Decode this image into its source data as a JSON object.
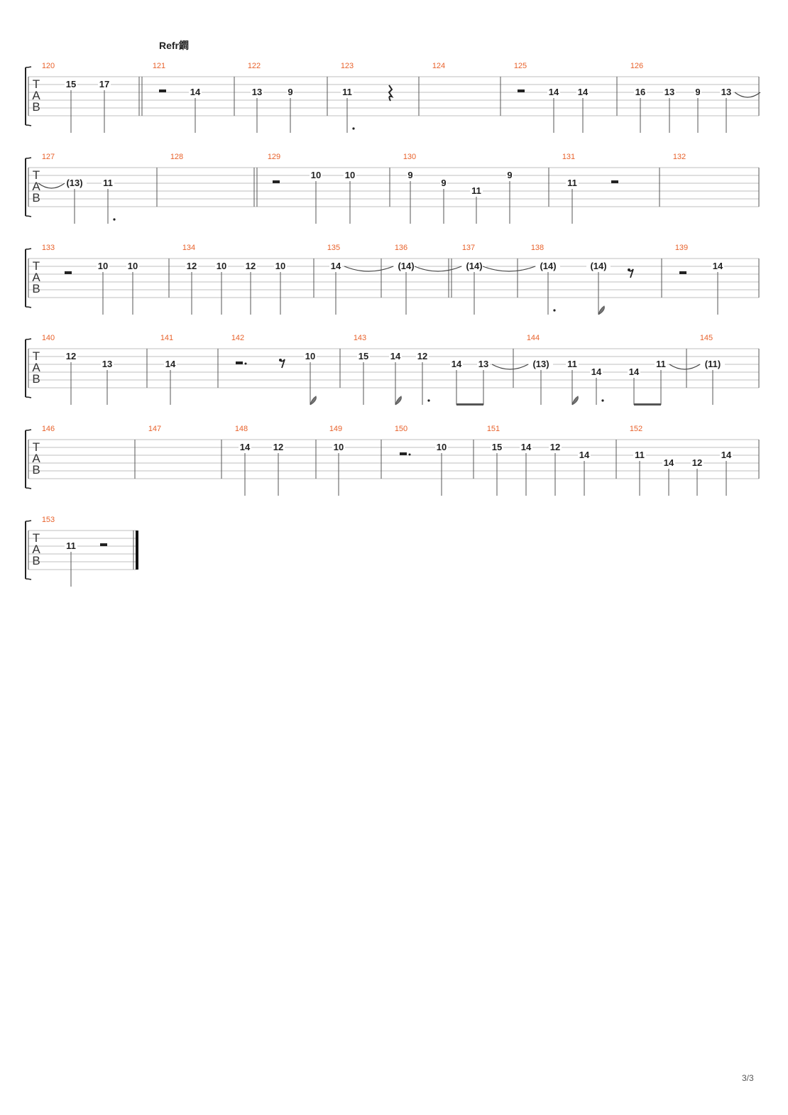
{
  "section_label": "Refr鐧",
  "page_number": "3/3",
  "tab_clef": [
    "T",
    "A",
    "B"
  ],
  "systems": [
    {
      "measures": [
        {
          "number": "120",
          "notes": [
            {
              "fret": "15",
              "string": 2
            },
            {
              "fret": "17",
              "string": 2
            }
          ]
        },
        {
          "number": "121",
          "repeat_start": true,
          "rest": "half",
          "notes": [
            {
              "fret": "14",
              "string": 3
            }
          ]
        },
        {
          "number": "122",
          "notes": [
            {
              "fret": "13",
              "string": 3
            },
            {
              "fret": "9",
              "string": 3
            }
          ]
        },
        {
          "number": "123",
          "notes": [
            {
              "fret": "11",
              "string": 3,
              "dotted": true
            }
          ],
          "rest": "quarter"
        },
        {
          "number": "124",
          "notes": []
        },
        {
          "number": "125",
          "rest": "half",
          "notes": [
            {
              "fret": "14",
              "string": 3
            },
            {
              "fret": "14",
              "string": 3
            }
          ]
        },
        {
          "number": "126",
          "notes": [
            {
              "fret": "16",
              "string": 3
            },
            {
              "fret": "13",
              "string": 3
            },
            {
              "fret": "9",
              "string": 3
            },
            {
              "fret": "13",
              "string": 3,
              "tie_out": true
            }
          ]
        }
      ]
    },
    {
      "measures": [
        {
          "number": "127",
          "notes": [
            {
              "fret": "(13)",
              "string": 3,
              "tie_in": true
            },
            {
              "fret": "11",
              "string": 3,
              "dotted": true
            }
          ]
        },
        {
          "number": "128",
          "notes": []
        },
        {
          "number": "129",
          "repeat_start": true,
          "rest": "half",
          "notes": [
            {
              "fret": "10",
              "string": 2
            },
            {
              "fret": "10",
              "string": 2
            }
          ]
        },
        {
          "number": "130",
          "notes": [
            {
              "fret": "9",
              "string": 2
            },
            {
              "fret": "9",
              "string": 3
            },
            {
              "fret": "11",
              "string": 4
            },
            {
              "fret": "9",
              "string": 2
            }
          ]
        },
        {
          "number": "131",
          "notes": [
            {
              "fret": "11",
              "string": 3
            }
          ],
          "rest": "half"
        },
        {
          "number": "132",
          "notes": []
        }
      ]
    },
    {
      "measures": [
        {
          "number": "133",
          "rest": "half",
          "notes": [
            {
              "fret": "10",
              "string": 2
            },
            {
              "fret": "10",
              "string": 2
            }
          ]
        },
        {
          "number": "134",
          "notes": [
            {
              "fret": "12",
              "string": 2
            },
            {
              "fret": "10",
              "string": 2
            },
            {
              "fret": "12",
              "string": 2
            },
            {
              "fret": "10",
              "string": 2
            }
          ]
        },
        {
          "number": "135",
          "notes": [
            {
              "fret": "14",
              "string": 2,
              "tie_out": true
            }
          ]
        },
        {
          "number": "136",
          "notes": [
            {
              "fret": "(14)",
              "string": 2,
              "tie_in": true,
              "tie_out": true
            }
          ]
        },
        {
          "number": "137",
          "repeat_start": true,
          "notes": [
            {
              "fret": "(14)",
              "string": 2,
              "tie_in": true,
              "tie_out": true
            }
          ]
        },
        {
          "number": "138",
          "notes": [
            {
              "fret": "(14)",
              "string": 2,
              "tie_in": true,
              "dotted": true
            },
            {
              "fret": "(14)",
              "string": 2,
              "flag": true
            }
          ],
          "rest": "eighth"
        },
        {
          "number": "139",
          "rest": "half",
          "notes": [
            {
              "fret": "14",
              "string": 2
            }
          ]
        }
      ]
    },
    {
      "measures": [
        {
          "number": "140",
          "notes": [
            {
              "fret": "12",
              "string": 2
            },
            {
              "fret": "13",
              "string": 3
            }
          ]
        },
        {
          "number": "141",
          "notes": [
            {
              "fret": "14",
              "string": 3
            }
          ]
        },
        {
          "number": "142",
          "rest": "half-dotted",
          "rest2": "eighth",
          "notes": [
            {
              "fret": "10",
              "string": 2,
              "flag": true
            }
          ]
        },
        {
          "number": "143",
          "notes": [
            {
              "fret": "15",
              "string": 2
            },
            {
              "fret": "14",
              "string": 2,
              "flag": true
            },
            {
              "fret": "12",
              "string": 2,
              "dotted": true
            },
            {
              "fret": "14",
              "string": 3,
              "beam": true
            },
            {
              "fret": "13",
              "string": 3,
              "beam": true,
              "tie_out": true
            }
          ]
        },
        {
          "number": "144",
          "notes": [
            {
              "fret": "(13)",
              "string": 3,
              "tie_in": true
            },
            {
              "fret": "11",
              "string": 3,
              "flag": true
            },
            {
              "fret": "14",
              "string": 4,
              "dotted": true
            },
            {
              "fret": "14",
              "string": 4,
              "beam": true
            },
            {
              "fret": "11",
              "string": 3,
              "beam": true,
              "tie_out": true
            }
          ]
        },
        {
          "number": "145",
          "notes": [
            {
              "fret": "(11)",
              "string": 3,
              "tie_in": true
            }
          ]
        }
      ]
    },
    {
      "measures": [
        {
          "number": "146",
          "notes": []
        },
        {
          "number": "147",
          "notes": []
        },
        {
          "number": "148",
          "notes": [
            {
              "fret": "14",
              "string": 2
            },
            {
              "fret": "12",
              "string": 2
            }
          ]
        },
        {
          "number": "149",
          "notes": [
            {
              "fret": "10",
              "string": 2
            }
          ]
        },
        {
          "number": "150",
          "rest": "half-dotted",
          "notes": [
            {
              "fret": "10",
              "string": 2
            }
          ]
        },
        {
          "number": "151",
          "notes": [
            {
              "fret": "15",
              "string": 2
            },
            {
              "fret": "14",
              "string": 2
            },
            {
              "fret": "12",
              "string": 2
            },
            {
              "fret": "14",
              "string": 3
            }
          ]
        },
        {
          "number": "152",
          "notes": [
            {
              "fret": "11",
              "string": 3
            },
            {
              "fret": "14",
              "string": 4
            },
            {
              "fret": "12",
              "string": 4
            },
            {
              "fret": "14",
              "string": 3
            }
          ]
        }
      ]
    },
    {
      "measures": [
        {
          "number": "153",
          "final": true,
          "notes": [
            {
              "fret": "11",
              "string": 3
            }
          ],
          "rest": "half"
        }
      ]
    }
  ]
}
